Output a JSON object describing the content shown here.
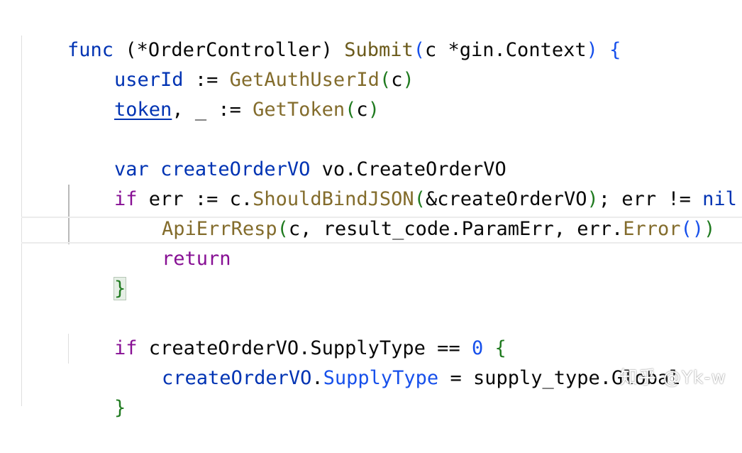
{
  "code": {
    "line1": {
      "kw": "func",
      "recv": "(*OrderController)",
      "fn": "Submit",
      "open": "(",
      "param": "c *gin.Context",
      "close": ")",
      "brace": "{"
    },
    "line2": {
      "var": "userId",
      "op": " := ",
      "call": "GetAuthUserId",
      "open": "(",
      "arg": "c",
      "close": ")"
    },
    "line3": {
      "var": "token",
      "sep": ", _ := ",
      "call": "GetToken",
      "open": "(",
      "arg": "c",
      "close": ")"
    },
    "line4": {
      "kw": "var",
      "name": "createOrderVO",
      "type": "vo.CreateOrderVO"
    },
    "line5": {
      "kw": "if",
      "pre": " err := c.",
      "call": "ShouldBindJSON",
      "open": "(",
      "arg": "&createOrderVO",
      "close": ")",
      "mid": "; err != ",
      "nil": "nil",
      "brace": "{"
    },
    "line6": {
      "call": "ApiErrResp",
      "open": "(",
      "args": "c, result_code.ParamErr, err.",
      "call2": "Error",
      "inner": "()",
      "close": ")"
    },
    "line7": {
      "kw": "return"
    },
    "line8": {
      "brace": "}"
    },
    "line9": {
      "kw": "if",
      "cond": " createOrderVO.SupplyType == ",
      "num": "0",
      "brace": "{"
    },
    "line10": {
      "obj": "createOrderVO",
      "dot": ".",
      "field": "SupplyType",
      "rest": " = supply_type.Global"
    },
    "line11": {
      "brace": "}"
    }
  },
  "watermark": "知乎 @Yk-w"
}
